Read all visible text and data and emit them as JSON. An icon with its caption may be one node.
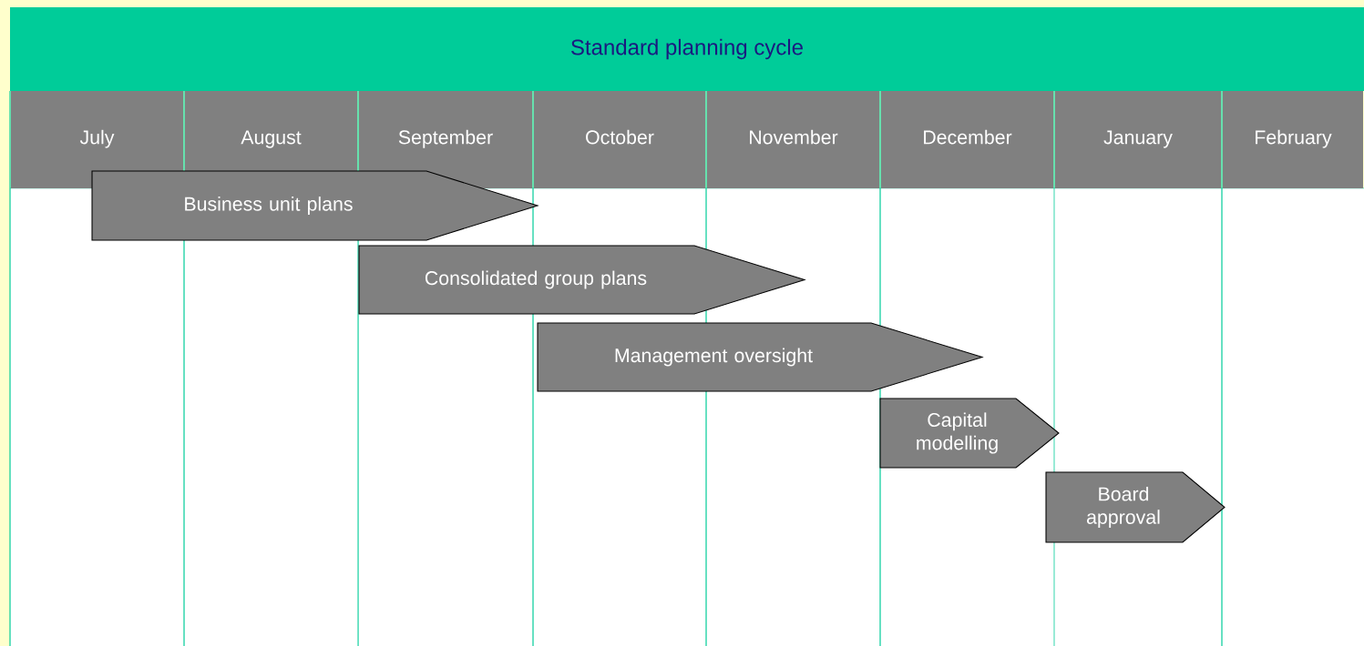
{
  "diagram": {
    "title": "Standard planning cycle",
    "nodes": [
      {
        "text": [
          "Business unit plans"
        ]
      },
      {
        "text": [
          "Consolidated group plans"
        ]
      },
      {
        "text": [
          "Management oversight"
        ]
      },
      {
        "text": [
          "Capital modelling"
        ]
      },
      {
        "text": [
          "Board approval"
        ]
      }
    ],
    "labels": [
      "July",
      "August",
      "September",
      "October",
      "November",
      "December",
      "January",
      "February"
    ]
  }
}
